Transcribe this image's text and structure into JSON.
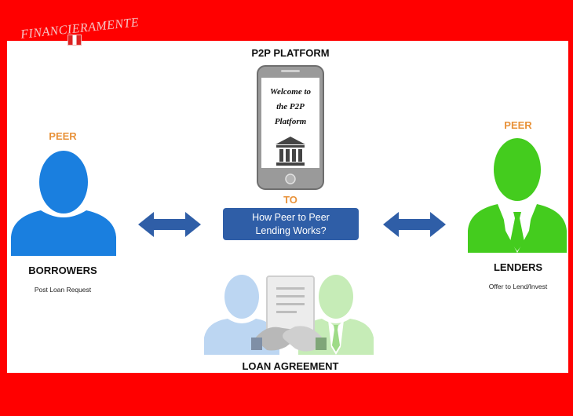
{
  "watermark": "FINANCIERAMENTE",
  "header": {
    "title": "P2P PLATFORM"
  },
  "phone": {
    "screen_text": "Welcome to the P2P Platform"
  },
  "center": {
    "to_label": "TO",
    "box_text": "How Peer to Peer Lending Works?"
  },
  "left": {
    "peer_label": "PEER",
    "title": "BORROWERS",
    "subtitle": "Post Loan Request"
  },
  "right": {
    "peer_label": "PEER",
    "title": "LENDERS",
    "subtitle": "Offer to Lend/Invest"
  },
  "bottom": {
    "title": "LOAN AGREEMENT"
  },
  "colors": {
    "borrower": "#1a7fdf",
    "lender": "#44cc1e",
    "arrow": "#2f5ea7",
    "accent": "#e8923a",
    "frame": "#ff0000"
  }
}
